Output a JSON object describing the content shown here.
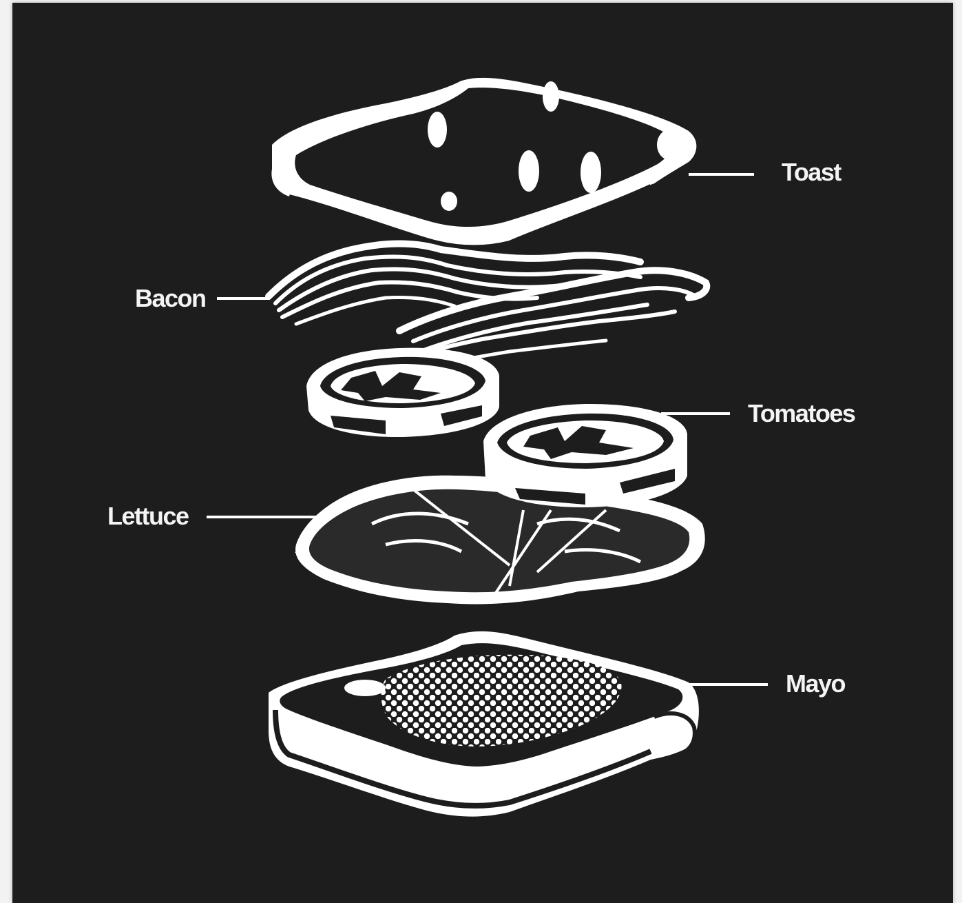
{
  "diagram": {
    "labels": {
      "toast": "Toast",
      "bacon": "Bacon",
      "tomatoes": "Tomatoes",
      "lettuce": "Lettuce",
      "mayo": "Mayo"
    }
  },
  "colors": {
    "background": "#1d1d1d",
    "line": "#ffffff",
    "page": "#f2f2f2"
  }
}
